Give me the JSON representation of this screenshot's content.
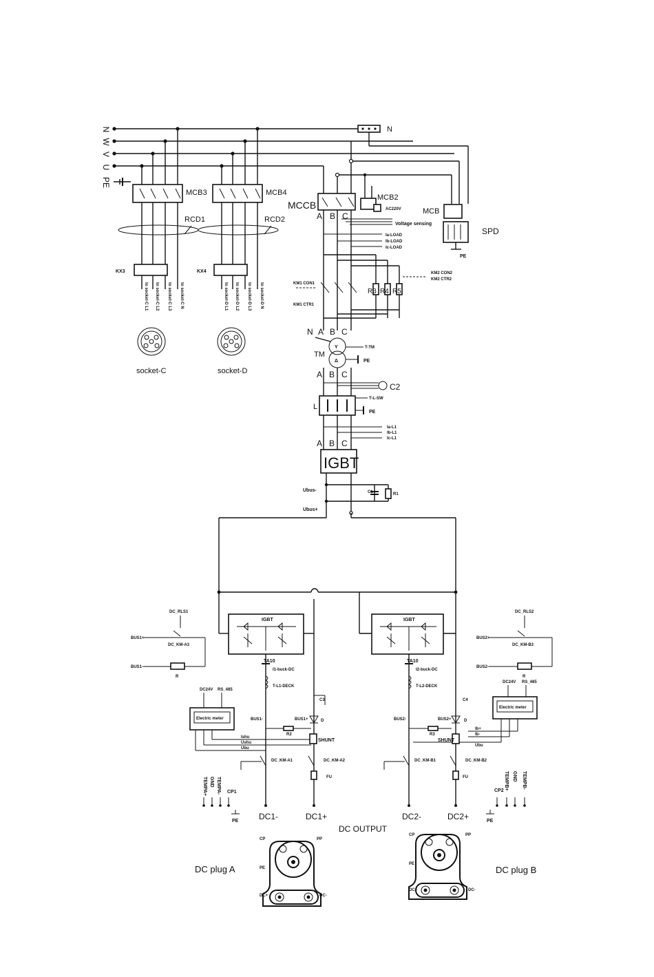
{
  "inputs": {
    "n": "N",
    "w": "W",
    "v": "V",
    "u": "U",
    "pe": "PE"
  },
  "top": {
    "n_terminal": "N",
    "mcb3": "MCB3",
    "mcb4": "MCB4",
    "mccb": "MCCB",
    "mcb2": "MCB2",
    "ac220": "AC220V",
    "mcb": "MCB",
    "spd": "SPD",
    "pe": "PE",
    "rcd1": "RCD1",
    "rcd2": "RCD2",
    "kx3": "KX3",
    "kx4": "KX4",
    "voltage_sensing": "Voltage sensing"
  },
  "phases": {
    "a": "A",
    "b": "B",
    "c": "C"
  },
  "sockets": {
    "c_lines": [
      "to socket-C L1",
      "to socket-C L2",
      "to socket-C L3",
      "to socket-C N"
    ],
    "d_lines": [
      "to socket-D L1",
      "to socket-D L2",
      "to socket-D L3",
      "to socket-D N"
    ],
    "c_label": "socket-C",
    "d_label": "socket-D"
  },
  "load": [
    "Ia-LOAD",
    "Ib-LOAD",
    "Ic-LOAD"
  ],
  "contactors": {
    "km1_con": "KM1 CON1",
    "km1_ctr": "KM1 CTR1",
    "km2_con": "KM2 CON2",
    "km2_ctr": "KM2 CTR2",
    "r3": "R3",
    "r4": "R4",
    "r5": "R5"
  },
  "transformer": {
    "n": "N",
    "tm": "TM",
    "tin": "T-TM",
    "pe": "PE",
    "c2": "C2"
  },
  "reactor": {
    "l": "L",
    "tl": "T-L-SW",
    "pe": "PE"
  },
  "currents": [
    "Ia-L1",
    "Ib-L1",
    "Ic-L1"
  ],
  "rectifier": {
    "igbt": "IGBT",
    "ubus_minus": "Ubus-",
    "ubus_plus": "Ubus+",
    "c1": "C1",
    "r1": "R1"
  },
  "module_a": {
    "igbt": "IGBT",
    "ta": "TA10",
    "buck": "I1-buck-DC",
    "tl": "T-L1-DECK",
    "rls": "DC_RLS1",
    "bus_plus": "BUS1+",
    "bus_minus": "BUS1-",
    "km_a3": "DC_KM-A3",
    "r": "R",
    "dc24": "DC24V",
    "rs485": "RS_485",
    "meter": "Electric meter",
    "bus_m2": "BUS1-",
    "bus_p2": "BUS1+",
    "d": "D",
    "r2": "R2",
    "shunt": "SHUNT",
    "c3": "C3",
    "sig1": "Ishu",
    "sig2": "Ushu",
    "sig3": "Ubu",
    "km_a1": "DC_KM-A1",
    "km_a2": "DC_KM-A2",
    "fu": "FU",
    "tempa_plus": "TEMPA+",
    "tempa_minus": "TEMPA-",
    "gnd": "GND",
    "cp1": "CP1",
    "pe": "PE",
    "dc_minus": "DC1-",
    "dc_plus": "DC1+"
  },
  "module_b": {
    "igbt": "IGBT",
    "ta": "TA10",
    "buck": "I2-buck-DC",
    "tl": "T-L2-DECK",
    "rls": "DC_RLS2",
    "bus_plus": "BUS2+",
    "bus_minus": "BUS2-",
    "km_b3": "DC_KM-B3",
    "r": "R",
    "dc24": "DC24V",
    "rs485": "RS_485",
    "meter": "Electric meter",
    "bus_m2": "BUS2-",
    "bus_p2": "BUS2+",
    "d": "D",
    "r3": "R3",
    "shunt": "SHUNT",
    "c4": "C4",
    "sig1": "Ib+",
    "sig2": "Ib-",
    "sig3": "Ubu",
    "km_b1": "DC_KM-B1",
    "km_b2": "DC_KM-B2",
    "fu": "FU",
    "cp2": "CP2",
    "tempb_plus": "TEMPB+",
    "gnd": "GND",
    "tempb_minus": "TEMPB-",
    "pe": "PE",
    "dc_minus": "DC2-",
    "dc_plus": "DC2+"
  },
  "output": {
    "title": "DC OUTPUT"
  },
  "plug_a": {
    "label": "DC plug A",
    "cp": "CP",
    "pp": "PP",
    "pe": "PE",
    "dcp": "DC+",
    "dcm": "DC-"
  },
  "plug_b": {
    "label": "DC plug B",
    "cp": "CP",
    "pp": "PP",
    "pe": "PE",
    "dcp": "DC+",
    "dcm": "DC-"
  }
}
